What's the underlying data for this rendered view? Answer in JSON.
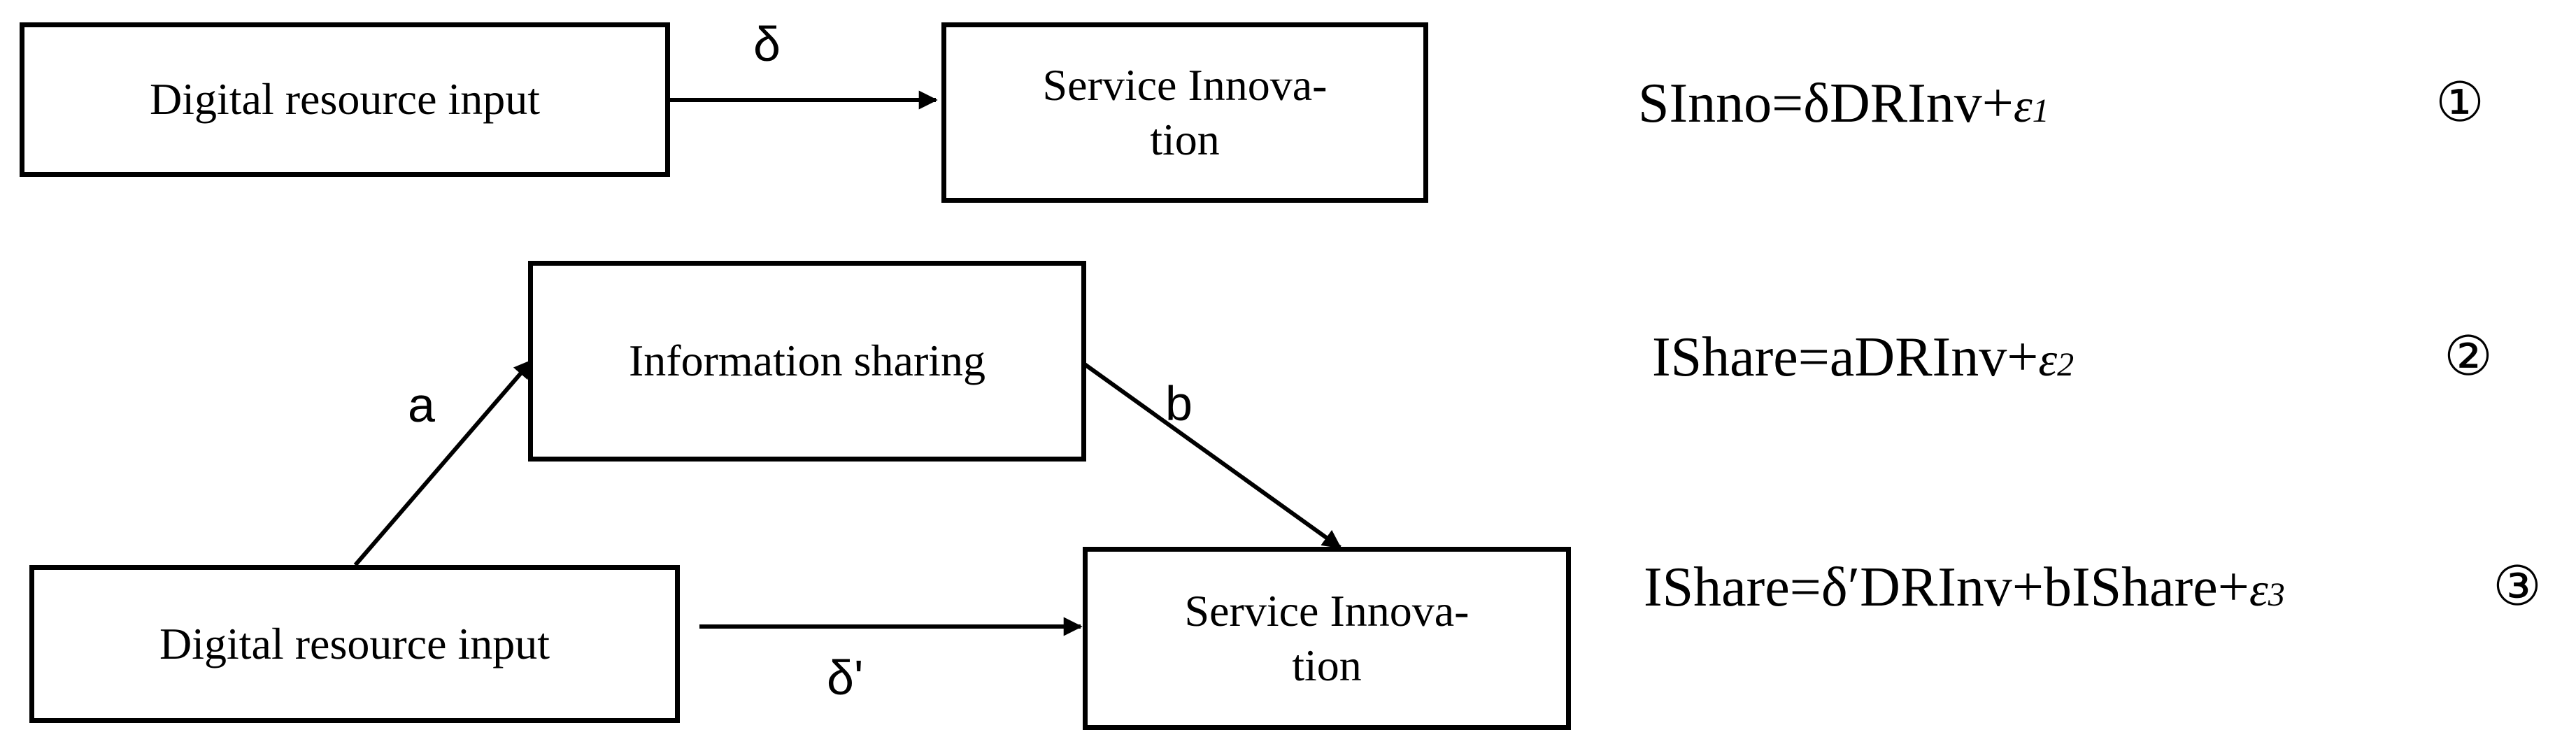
{
  "model1": {
    "input_box": "Digital resource input",
    "output_box": "Service Innova-\ntion",
    "edge_label": "δ"
  },
  "model2": {
    "input_box": "Digital resource input",
    "mediator_box": "Information sharing",
    "output_box": "Service Innova-\ntion",
    "edge_a": "a",
    "edge_b": "b",
    "edge_direct": "δ'"
  },
  "equations": [
    {
      "text": "SInno=δDRInv+",
      "eps": "ε",
      "sub": "1",
      "number": "①"
    },
    {
      "text": "IShare=aDRInv+",
      "eps": "ε",
      "sub": "2",
      "number": "②"
    },
    {
      "text": "IShare=δ′DRInv+bIShare+",
      "eps": "ε",
      "sub": "3",
      "number": "③"
    }
  ]
}
